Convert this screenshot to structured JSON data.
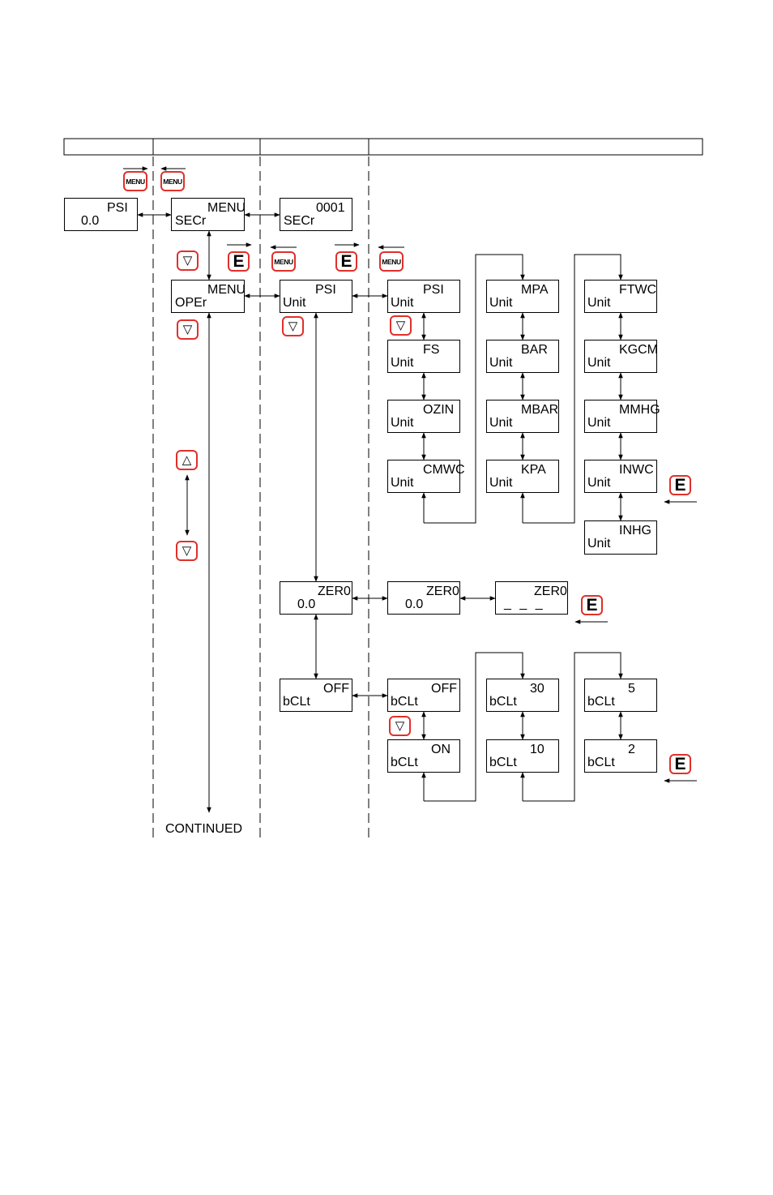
{
  "displays": {
    "home": {
      "top": "PSI",
      "bottom": "0.0"
    },
    "sec_menu": {
      "top": "MENU",
      "bottom": "SECr"
    },
    "sec_code": {
      "top": "0001",
      "bottom": "SECr"
    },
    "oper_menu": {
      "top": "MENU",
      "bottom": "OPEr"
    },
    "unit_psi_main": {
      "top": "PSI",
      "bottom": "Unit"
    },
    "unit_psi": {
      "top": "PSI",
      "bottom": "Unit"
    },
    "unit_fs": {
      "top": "FS",
      "bottom": "Unit"
    },
    "unit_ozin": {
      "top": "OZIN",
      "bottom": "Unit"
    },
    "unit_cmwc": {
      "top": "CMWC",
      "bottom": "Unit"
    },
    "unit_mpa": {
      "top": "MPA",
      "bottom": "Unit"
    },
    "unit_bar": {
      "top": "BAR",
      "bottom": "Unit"
    },
    "unit_mbar": {
      "top": "MBAR",
      "bottom": "Unit"
    },
    "unit_kpa": {
      "top": "KPA",
      "bottom": "Unit"
    },
    "unit_ftwc": {
      "top": "FTWC",
      "bottom": "Unit"
    },
    "unit_kgcm": {
      "top": "KGCM",
      "bottom": "Unit"
    },
    "unit_mmhg": {
      "top": "MMHG",
      "bottom": "Unit"
    },
    "unit_inwc": {
      "top": "INWC",
      "bottom": "Unit"
    },
    "unit_inhg": {
      "top": "INHG",
      "bottom": "Unit"
    },
    "zero_main": {
      "top": "ZER0",
      "bottom": "0.0"
    },
    "zero_value": {
      "top": "ZER0",
      "bottom": "0.0"
    },
    "zero_blank": {
      "top": "ZER0",
      "bottom": "_  _  _"
    },
    "bclt_off_main": {
      "top": "OFF",
      "bottom": "bCLt"
    },
    "bclt_off": {
      "top": "OFF",
      "bottom": "bCLt"
    },
    "bclt_on": {
      "top": "ON",
      "bottom": "bCLt"
    },
    "bclt_30": {
      "top": "30",
      "bottom": "bCLt"
    },
    "bclt_10": {
      "top": "10",
      "bottom": "bCLt"
    },
    "bclt_5": {
      "top": "5",
      "bottom": "bCLt"
    },
    "bclt_2": {
      "top": "2",
      "bottom": "bCLt"
    }
  },
  "keys": {
    "menu": "MENU",
    "enter": "E",
    "down": "▽",
    "up": "△"
  },
  "continued": "CONTINUED",
  "colors": {
    "key_border": "#e0302a",
    "line": "#000000"
  }
}
